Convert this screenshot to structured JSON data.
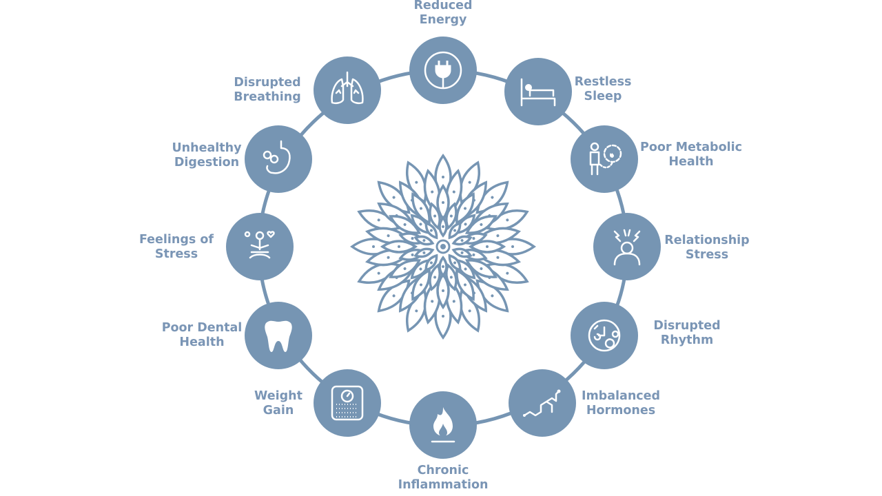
{
  "colors": {
    "accent": "#7695b3",
    "label": "#7a95b5"
  },
  "items": [
    {
      "l1": "Reduced",
      "l2": "Energy",
      "icon": "plug-icon"
    },
    {
      "l1": "Restless",
      "l2": "Sleep",
      "icon": "bed-icon"
    },
    {
      "l1": "Poor Metabolic",
      "l2": "Health",
      "icon": "metabolism-icon"
    },
    {
      "l1": "Relationship",
      "l2": "Stress",
      "icon": "stressed-person-icon"
    },
    {
      "l1": "Disrupted",
      "l2": "Rhythm",
      "icon": "circadian-clock-icon"
    },
    {
      "l1": "Imbalanced",
      "l2": "Hormones",
      "icon": "steroid-molecule-icon"
    },
    {
      "l1": "Chronic",
      "l2": "Inflammation",
      "icon": "flame-icon"
    },
    {
      "l1": "Weight",
      "l2": "Gain",
      "icon": "scale-icon"
    },
    {
      "l1": "Poor Dental",
      "l2": "Health",
      "icon": "tooth-icon"
    },
    {
      "l1": "Feelings of",
      "l2": "Stress",
      "icon": "meditation-icon"
    },
    {
      "l1": "Unhealthy",
      "l2": "Digestion",
      "icon": "stomach-icon"
    },
    {
      "l1": "Disrupted",
      "l2": "Breathing",
      "icon": "lungs-icon"
    }
  ]
}
